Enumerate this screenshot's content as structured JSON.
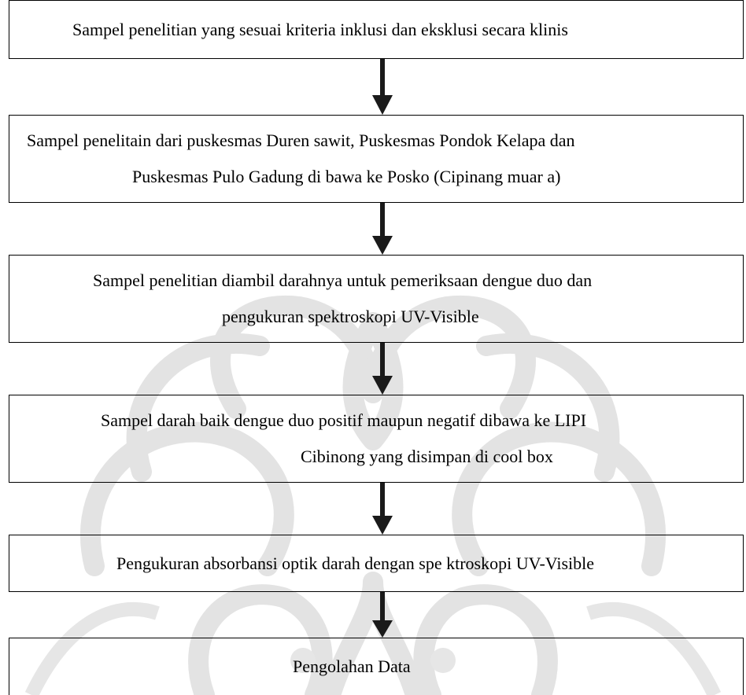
{
  "flowchart": {
    "steps": [
      {
        "lines": [
          "Sampel penelitian yang sesuai kriteria inklusi dan eksklusi secara klinis"
        ]
      },
      {
        "lines": [
          "Sampel penelitain dari puskesmas Duren sawit, Puskesmas Pondok Kelapa dan",
          "Puskesmas Pulo Gadung di bawa ke Posko (Cipinang muar a)"
        ]
      },
      {
        "lines": [
          "Sampel penelitian diambil darahnya untuk pemeriksaan dengue duo dan",
          "pengukuran spektroskopi UV-Visible"
        ]
      },
      {
        "lines": [
          "Sampel darah baik dengue duo positif maupun negatif dibawa ke LIPI",
          "Cibinong yang disimpan di cool box"
        ]
      },
      {
        "lines": [
          "Pengukuran absorbansi optik darah dengan spe ktroskopi UV-Visible"
        ]
      },
      {
        "lines": [
          "Pengolahan Data"
        ]
      }
    ],
    "colors": {
      "border": "#000000",
      "arrow": "#1a1a1a",
      "watermark": "#e3e3e3"
    }
  }
}
